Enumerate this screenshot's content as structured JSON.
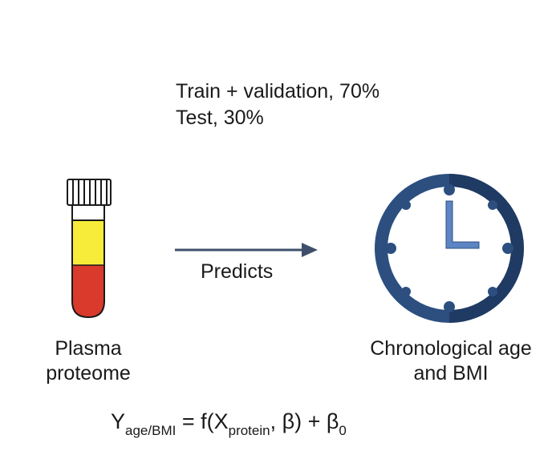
{
  "split": {
    "line1": "Train + validation, 70%",
    "line2": "Test, 30%"
  },
  "arrow": {
    "label": "Predicts"
  },
  "input": {
    "line1": "Plasma",
    "line2": "proteome"
  },
  "output": {
    "line1": "Chronological age",
    "line2": "and BMI"
  },
  "formula": {
    "y": "Y",
    "y_sub": "age/BMI",
    "eq_open": " = f(X",
    "x_sub": "protein",
    "beta_part": ", β) + β",
    "beta_sub": "0"
  },
  "icons": {
    "tube": "blood-tube-icon",
    "clock": "clock-icon"
  },
  "colors": {
    "plasma_yellow": "#f7ec3a",
    "blood_red": "#d93a2b",
    "clock_navy": "#2c4f80",
    "clock_dark": "#1f3a63",
    "hands": "#5b85c3",
    "arrow": "#3f4f6b"
  }
}
